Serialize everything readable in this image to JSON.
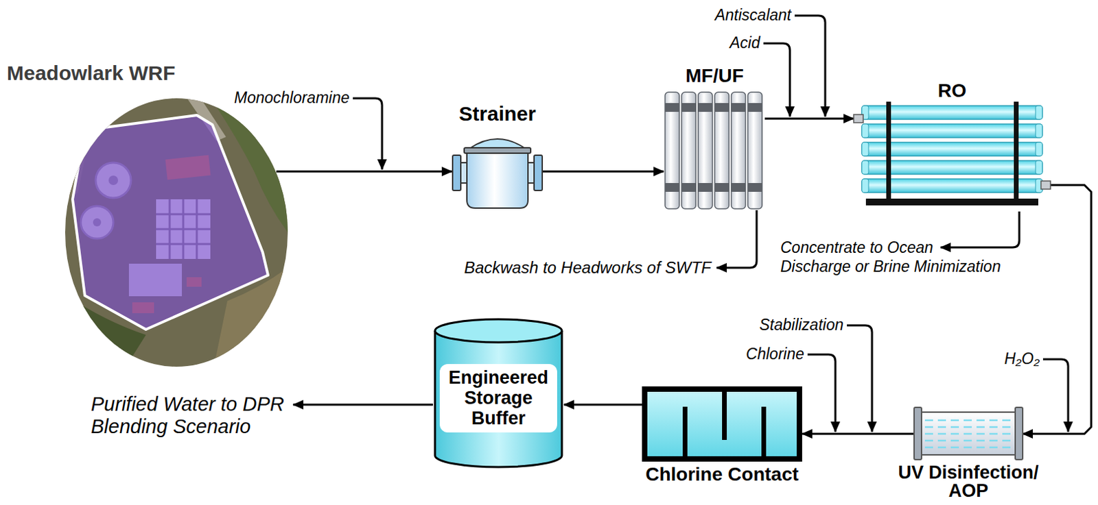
{
  "diagram": {
    "nodes": [
      {
        "text": [
          "Meadowlark WRF"
        ]
      },
      {
        "text": [
          "Strainer"
        ]
      },
      {
        "text": [
          "MF/UF"
        ]
      },
      {
        "text": [
          "RO"
        ]
      },
      {
        "text": [
          "Engineered Storage Buffer"
        ]
      },
      {
        "text": [
          "Chlorine Contact"
        ]
      },
      {
        "text": [
          "UV Disinfection/ AOP"
        ]
      }
    ],
    "edges": [
      {
        "from": 0,
        "to": 1,
        "arrow": "to"
      },
      {
        "from": 1,
        "to": 2,
        "arrow": "to"
      },
      {
        "from": 2,
        "to": 3,
        "arrow": "to"
      },
      {
        "from": 3,
        "to": 6,
        "arrow": "to"
      },
      {
        "from": 6,
        "to": 5,
        "arrow": "to"
      },
      {
        "from": 5,
        "to": 4,
        "arrow": "to"
      }
    ],
    "labels": [
      "Antiscalant",
      "Acid",
      "Monochloramine",
      "Backwash to Headworks of SWTF",
      "Concentrate to Ocean Discharge or Brine Minimization",
      "Stabilization",
      "Chlorine",
      "H₂O₂",
      "Purified Water to DPR Blending Scenario"
    ]
  }
}
